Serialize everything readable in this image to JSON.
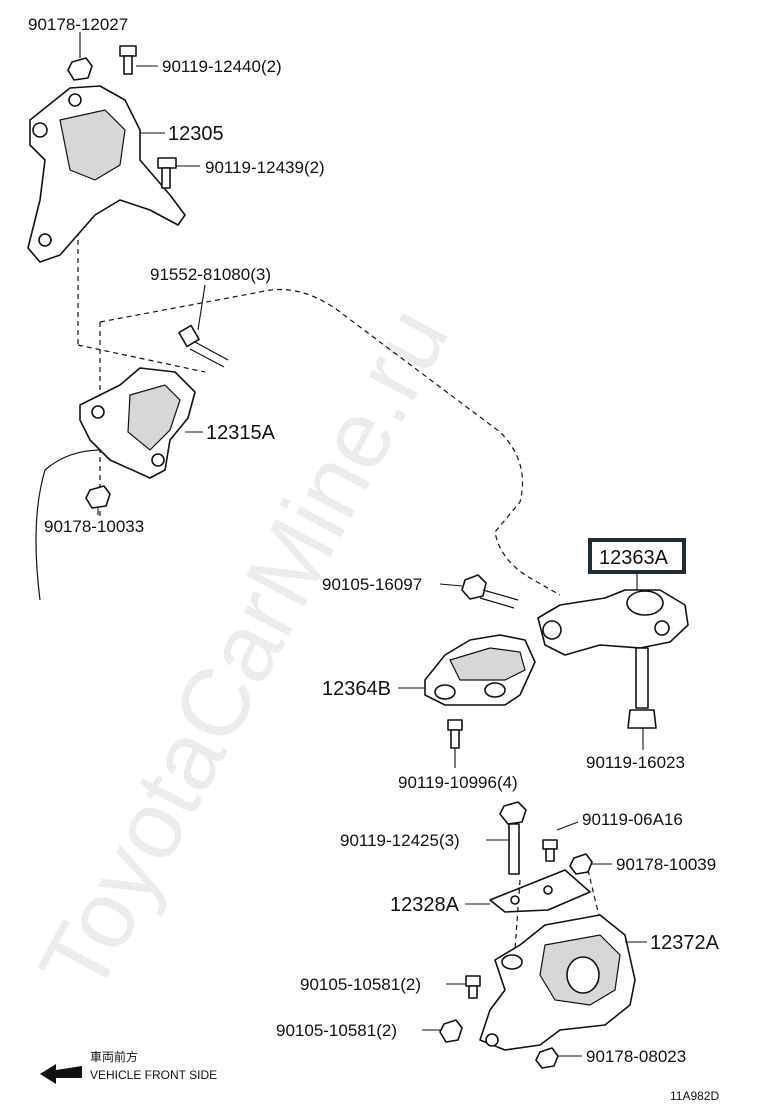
{
  "watermark": "ToyotaCarMine.ru",
  "diagram_code": "11A982D",
  "front_indicator": {
    "japanese": "車両前方",
    "english": "VEHICLE FRONT SIDE"
  },
  "labels": {
    "n90178_12027": "90178-12027",
    "n90119_12440": "90119-12440(2)",
    "n12305": "12305",
    "n90119_12439": "90119-12439(2)",
    "n91552_81080": "91552-81080(3)",
    "n12315A": "12315A",
    "n90178_10033": "90178-10033",
    "n12363A": "12363A",
    "n90105_16097": "90105-16097",
    "n12364B": "12364B",
    "n90119_10996": "90119-10996(4)",
    "n90119_16023": "90119-16023",
    "n90119_12425": "90119-12425(3)",
    "n90119_06A16": "90119-06A16",
    "n90178_10039": "90178-10039",
    "n12328A": "12328A",
    "n12372A": "12372A",
    "n90105_10581_a": "90105-10581(2)",
    "n90105_10581_b": "90105-10581(2)",
    "n90178_08023": "90178-08023"
  },
  "highlight_color": "#1f2d35"
}
